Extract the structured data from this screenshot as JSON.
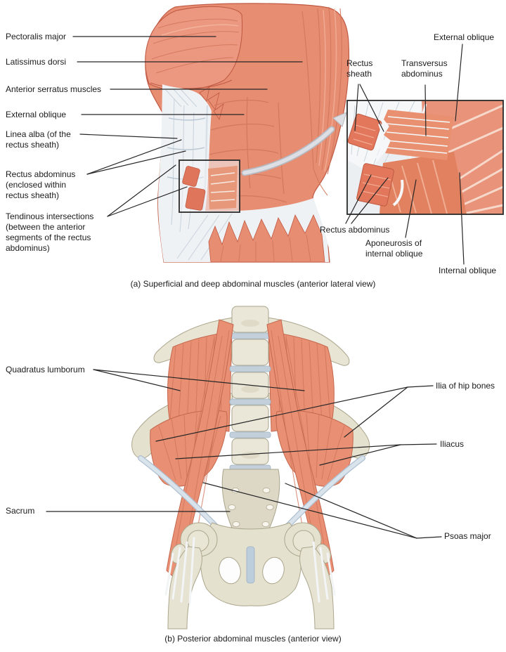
{
  "panel_a": {
    "caption": "(a) Superficial and deep abdominal muscles (anterior lateral view)",
    "labels": {
      "pectoralis_major": "Pectoralis major",
      "latissimus_dorsi": "Latissimus dorsi",
      "anterior_serratus_muscles": "Anterior serratus muscles",
      "external_oblique": "External oblique",
      "linea_alba": "Linea alba (of the rectus sheath)",
      "rectus_abdominus": "Rectus abdominus (enclosed within rectus sheath)",
      "tendinous_intersections": "Tendinous intersections (between the anterior segments of the rectus abdominus)"
    },
    "inset_labels": {
      "external_oblique": "External oblique",
      "rectus_sheath": "Rectus sheath",
      "transversus_abdominus": "Transversus abdominus",
      "rectus_abdominus": "Rectus abdominus",
      "aponeurosis_of_internal_oblique": "Aponeurosis of internal oblique",
      "internal_oblique": "Internal oblique"
    }
  },
  "panel_b": {
    "caption": "(b) Posterior abdominal muscles (anterior view)",
    "labels": {
      "quadratus_lumborum": "Quadratus lumborum",
      "sacrum": "Sacrum",
      "ilia_of_hip_bones": "Ilia of hip bones",
      "iliacus": "Iliacus",
      "psoas_major": "Psoas major"
    }
  },
  "colors": {
    "muscle": "#E78D72",
    "muscle_dark": "#C4684E",
    "muscle_stria": "#D2765B",
    "muscle_highlight": "#F3B49E",
    "fascia": "#EFF2F5",
    "fascia_shadow": "#C7D2DC",
    "bone": "#E7E3D2",
    "bone_outline": "#A9A48C",
    "cartilage": "#C3D0DB",
    "ligament": "#D9E3EC",
    "leader_line": "#262626",
    "text": "#1B1B1B",
    "background": "#FFFFFF"
  }
}
